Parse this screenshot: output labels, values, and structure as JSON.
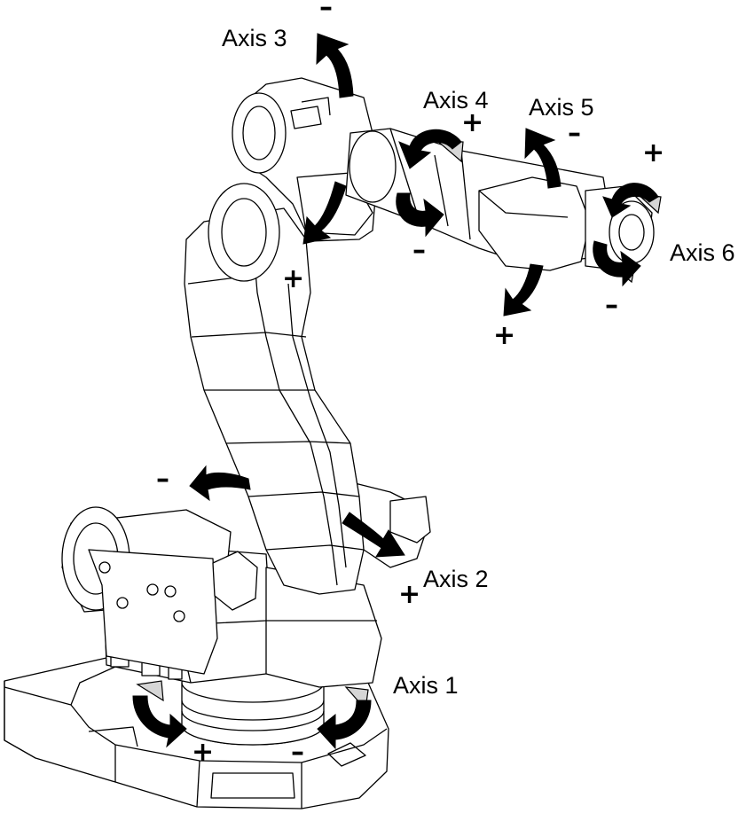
{
  "labels": {
    "axis1": "Axis 1",
    "axis2": "Axis 2",
    "axis3": "Axis 3",
    "axis4": "Axis 4",
    "axis5": "Axis 5",
    "axis6": "Axis 6"
  },
  "signs": {
    "plus": "+",
    "minus": "–"
  },
  "colors": {
    "line": "#000000",
    "background": "#ffffff",
    "arrow_cap": "#d6d6d6"
  }
}
